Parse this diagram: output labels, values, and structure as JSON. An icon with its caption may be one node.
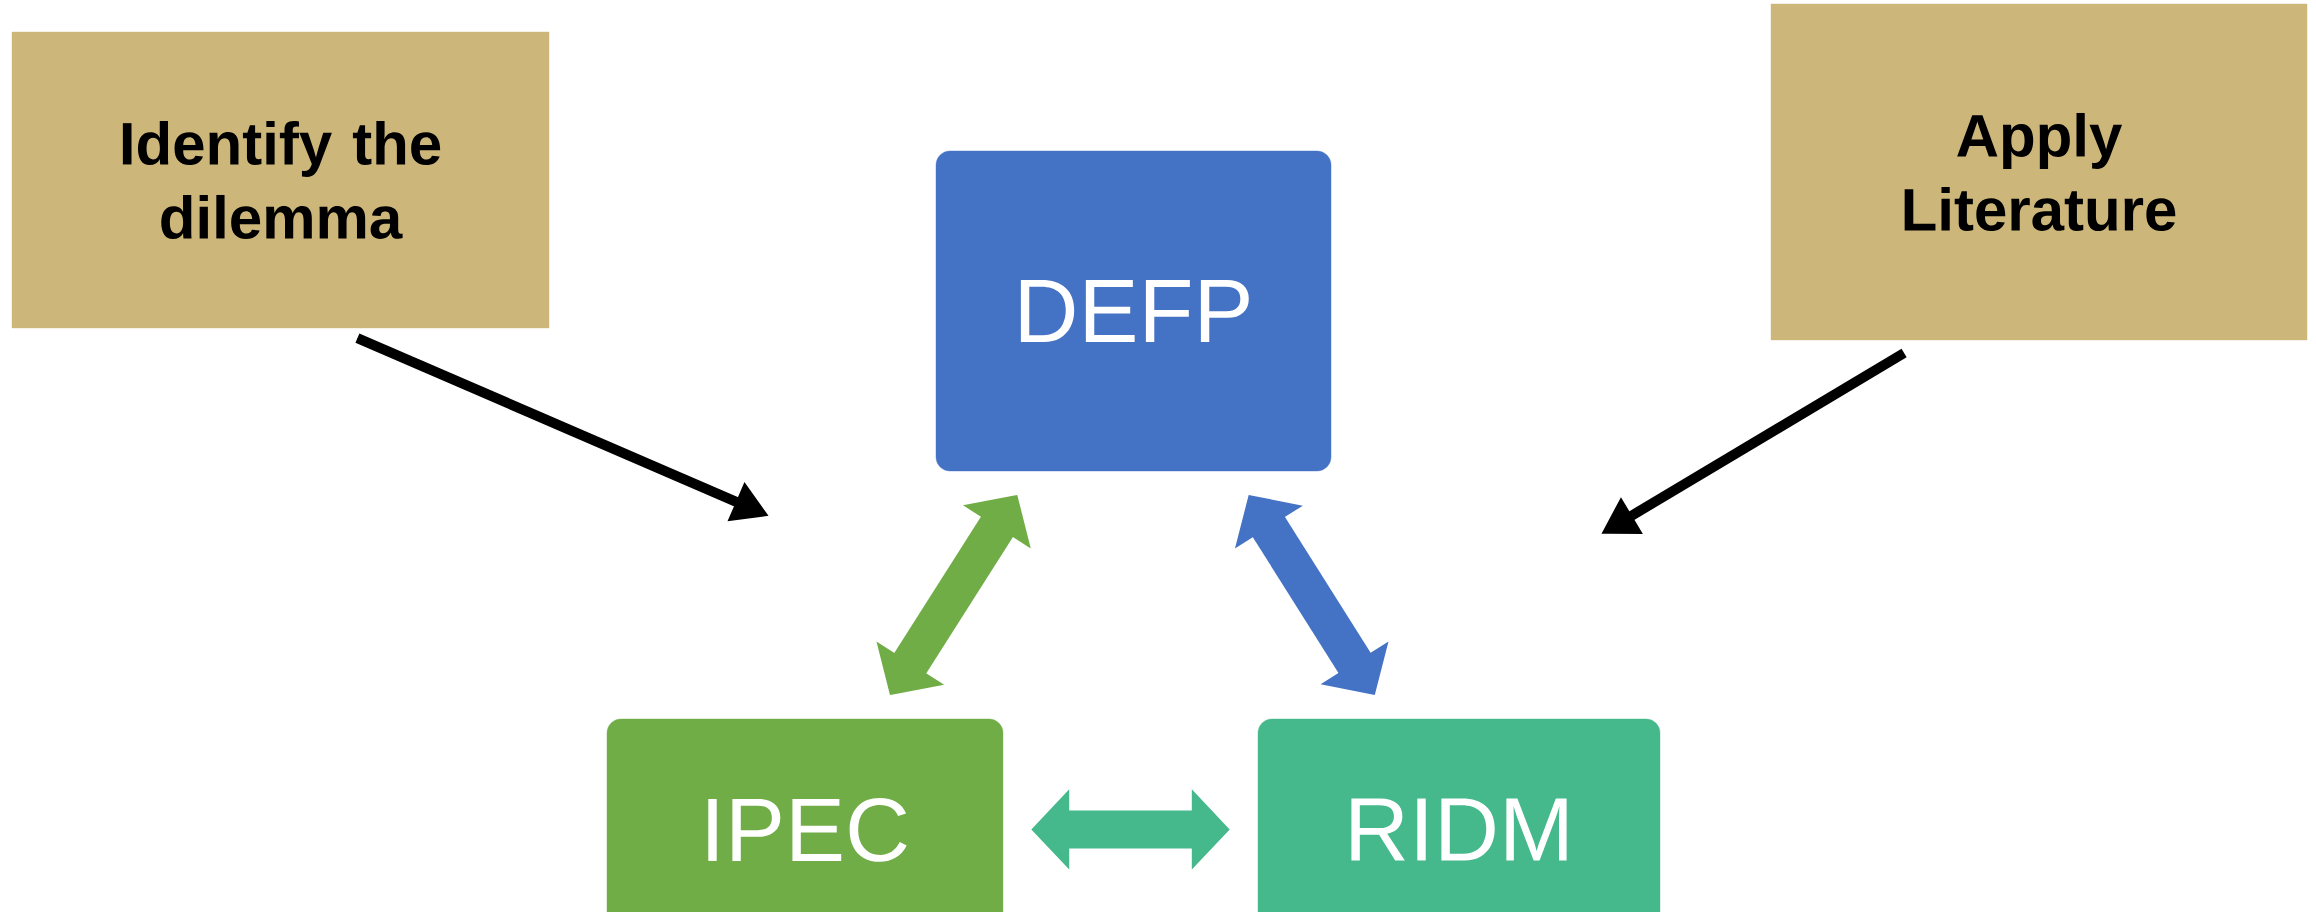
{
  "diagram": {
    "nodes": [
      {
        "text": [
          "Identify the dilemma"
        ]
      },
      {
        "text": [
          "Apply Literature"
        ]
      },
      {
        "text": [
          "DEFP"
        ]
      },
      {
        "text": [
          "IPEC"
        ]
      },
      {
        "text": [
          "RIDM"
        ]
      }
    ],
    "edges": [
      {
        "from": 0,
        "to": null,
        "arrow": "to",
        "color": "#000000"
      },
      {
        "from": 1,
        "to": null,
        "arrow": "to",
        "color": "#000000"
      },
      {
        "from": 3,
        "to": 2,
        "arrow": "both",
        "color": "#70ad47"
      },
      {
        "from": 2,
        "to": 4,
        "arrow": "both",
        "color": "#4472c4"
      },
      {
        "from": 3,
        "to": 4,
        "arrow": "both",
        "color": "#45b98c"
      }
    ]
  }
}
